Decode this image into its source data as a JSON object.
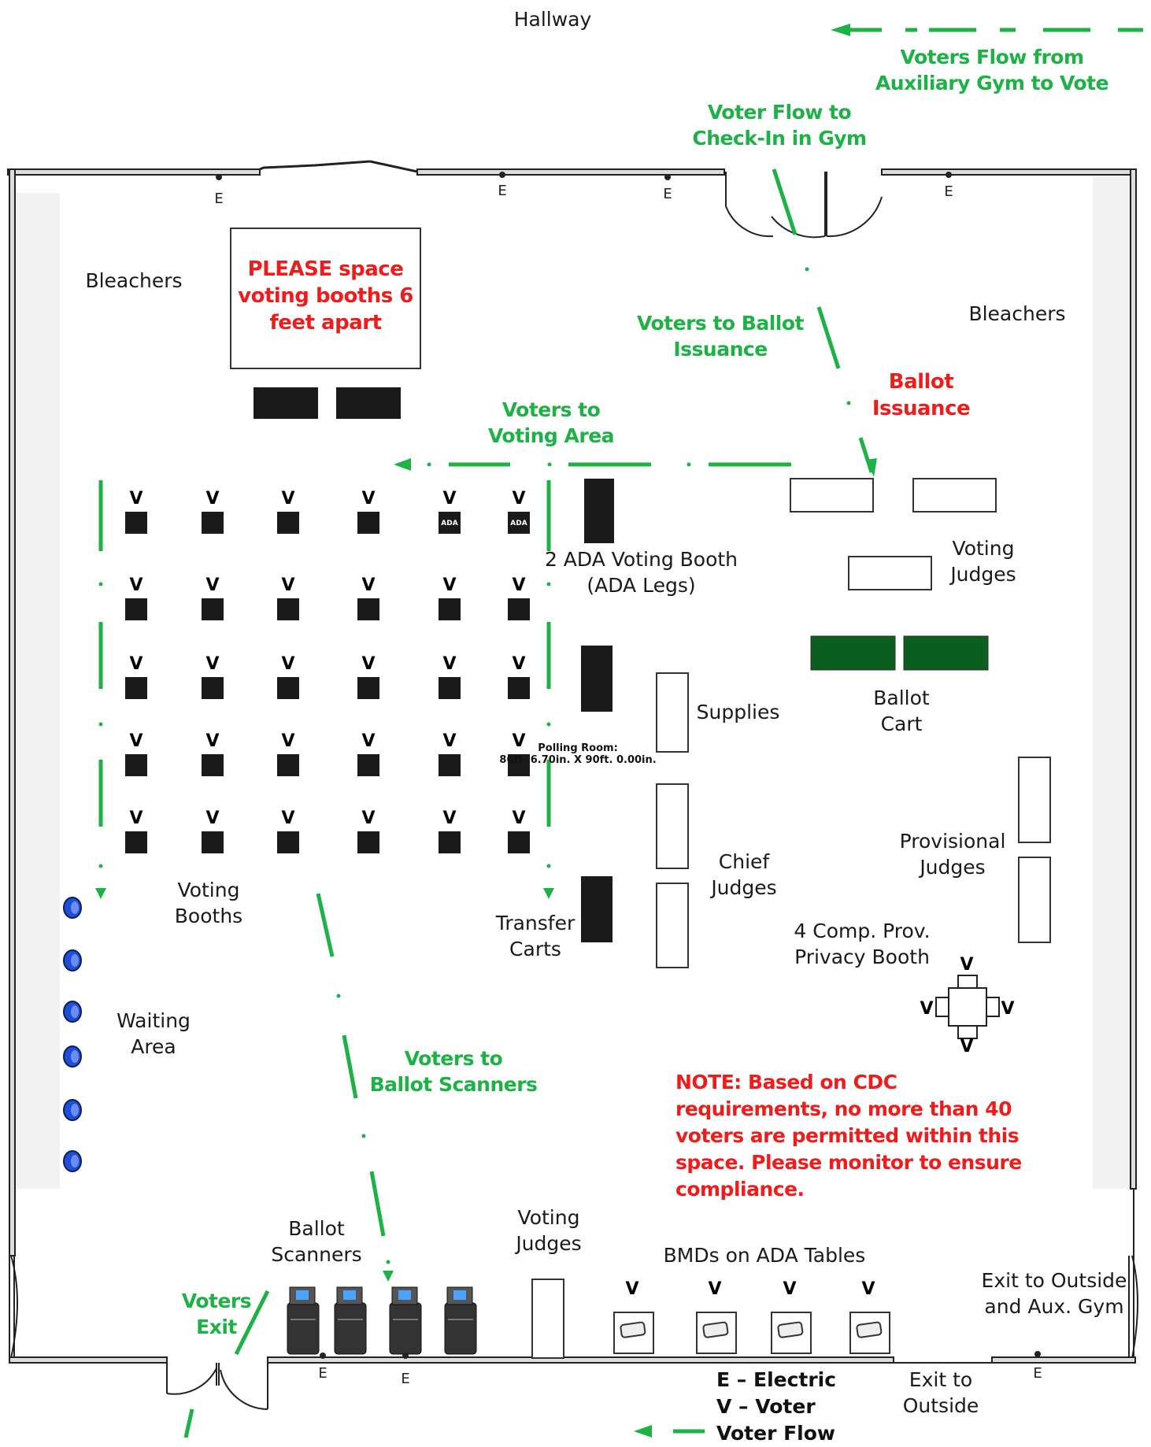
{
  "hallway": "Hallway",
  "flows": {
    "aux_gym": [
      "Voters Flow from",
      "Auxiliary Gym to Vote"
    ],
    "check_in": [
      "Voter Flow to",
      "Check-In in Gym"
    ],
    "ballot_issuance": [
      "Voters to Ballot",
      "Issuance"
    ],
    "voting_area": [
      "Voters to",
      "Voting Area"
    ],
    "scanners": [
      "Voters to",
      "Ballot Scanners"
    ],
    "exit": [
      "Voters",
      "Exit"
    ]
  },
  "labels": {
    "bleachers_left": "Bleachers",
    "bleachers_right": "Bleachers",
    "ada_booth": [
      "2 ADA Voting Booth",
      "(ADA Legs)"
    ],
    "voting_judges_top": [
      "Voting",
      "Judges"
    ],
    "ballot_cart": [
      "Ballot",
      "Cart"
    ],
    "supplies": "Supplies",
    "polling_room": [
      "Polling Room:",
      "86ft. 6.70in. X 90ft. 0.00in."
    ],
    "chief_judges": [
      "Chief",
      "Judges"
    ],
    "provisional_judges": [
      "Provisional",
      "Judges"
    ],
    "comp_prov_booth": [
      "4 Comp. Prov.",
      "Privacy Booth"
    ],
    "voting_booths": [
      "Voting",
      "Booths"
    ],
    "transfer_carts": [
      "Transfer",
      "Carts"
    ],
    "waiting_area": [
      "Waiting",
      "Area"
    ],
    "ballot_scanners": [
      "Ballot",
      "Scanners"
    ],
    "voting_judges_bottom": [
      "Voting",
      "Judges"
    ],
    "bmds": "BMDs on ADA Tables",
    "exit_outside_aux": [
      "Exit to Outside",
      "and Aux. Gym"
    ],
    "exit_outside": [
      "Exit to",
      "Outside"
    ]
  },
  "warnings": {
    "spacing": [
      "PLEASE space",
      "voting booths 6",
      "feet apart"
    ],
    "ballot_issuance": [
      "Ballot",
      "Issuance"
    ],
    "note": [
      "NOTE: Based on CDC",
      "requirements, no more than 40",
      "voters are permitted within this",
      "space. Please monitor to ensure",
      "compliance."
    ]
  },
  "legend": [
    "E – Electric",
    "V – Voter",
    "Voter Flow"
  ],
  "marks": {
    "voter": "V",
    "electric": "E",
    "ada": "ADA"
  },
  "colors": {
    "flow_green": "#1db146",
    "warning_red": "#ef1c1c",
    "ballot_cart_green": "#0b5e1e",
    "booth_black": "#1a1a1a",
    "chair_blue": "#1f4fd6"
  }
}
